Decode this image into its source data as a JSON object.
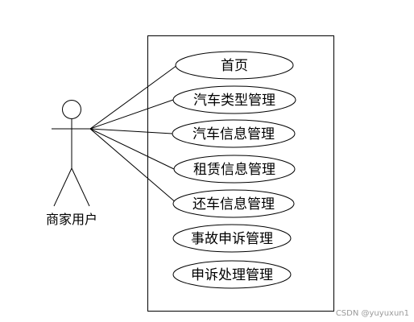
{
  "diagram": {
    "actor": {
      "label": "商家用户"
    },
    "use_cases": [
      {
        "label": "首页"
      },
      {
        "label": "汽车类型管理"
      },
      {
        "label": "汽车信息管理"
      },
      {
        "label": "租赁信息管理"
      },
      {
        "label": "还车信息管理"
      },
      {
        "label": "事故申诉管理"
      },
      {
        "label": "申诉处理管理"
      }
    ],
    "associated_use_case_count": 5
  },
  "watermark": "CSDN @yuyuxun1",
  "colors": {
    "stroke": "#000000",
    "background": "#ffffff",
    "watermark": "#9a9a9a"
  }
}
